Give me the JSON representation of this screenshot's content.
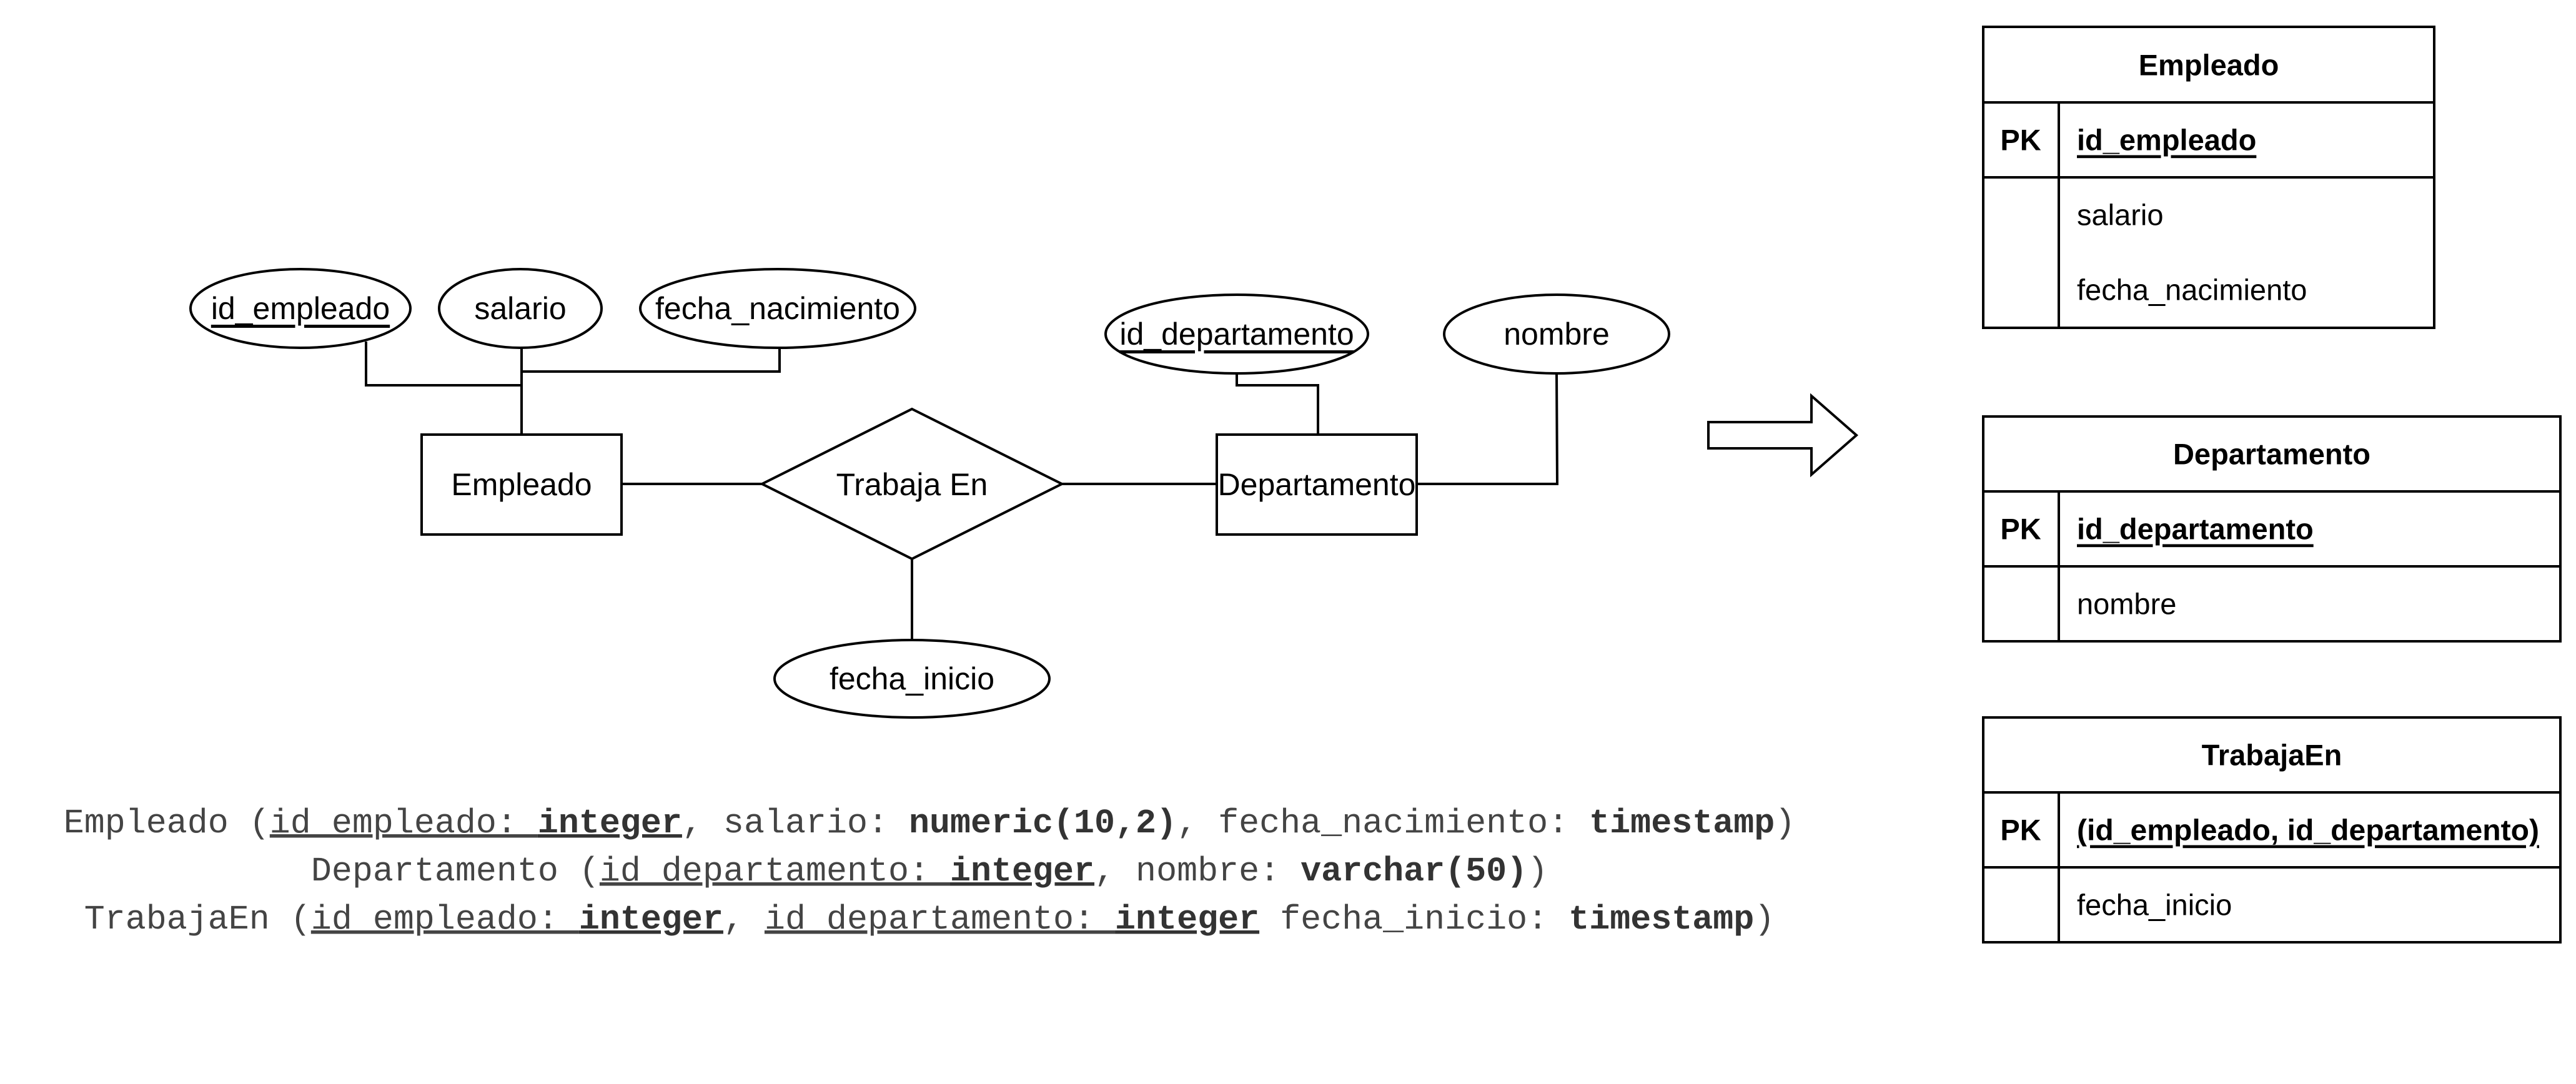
{
  "er_diagram": {
    "entities": {
      "empleado": "Empleado",
      "departamento": "Departamento"
    },
    "relationship": "Trabaja En",
    "attributes": {
      "id_empleado": "id_empleado",
      "salario": "salario",
      "fecha_nacimiento": "fecha_nacimiento",
      "id_departamento": "id_departamento",
      "nombre": "nombre",
      "fecha_inicio": "fecha_inicio"
    },
    "key_attributes": [
      "id_empleado",
      "id_departamento"
    ]
  },
  "tables": {
    "empleado": {
      "title": "Empleado",
      "pk_label": "PK",
      "pk_field": "id_empleado",
      "fields": [
        "salario",
        "fecha_nacimiento"
      ]
    },
    "departamento": {
      "title": "Departamento",
      "pk_label": "PK",
      "pk_field": "id_departamento",
      "fields": [
        "nombre"
      ]
    },
    "trabajaen": {
      "title": "TrabajaEn",
      "pk_label": "PK",
      "pk_field": "(id_empleado, id_departamento)",
      "fields": [
        "fecha_inicio"
      ]
    }
  },
  "schema": {
    "line1": {
      "rel": "Empleado",
      "open": " (",
      "a1": "id_empleado: ",
      "t1": "integer",
      "s1": ", salario: ",
      "t2": "numeric(10,2)",
      "s2": ", fecha_nacimiento: ",
      "t3": "timestamp",
      "close": ")"
    },
    "line2": {
      "rel": "Departamento",
      "open": " (",
      "a1": "id_departamento: ",
      "t1": "integer",
      "s1": ", nombre: ",
      "t2": "varchar(50)",
      "close": ")"
    },
    "line3": {
      "rel": "TrabajaEn",
      "open": " (",
      "a1": "id_empleado: ",
      "t1": "integer",
      "s1": ", ",
      "a2": "id_departamento: ",
      "t2": "integer",
      "s2": " fecha_inicio: ",
      "t3": "timestamp",
      "close": ")"
    }
  }
}
